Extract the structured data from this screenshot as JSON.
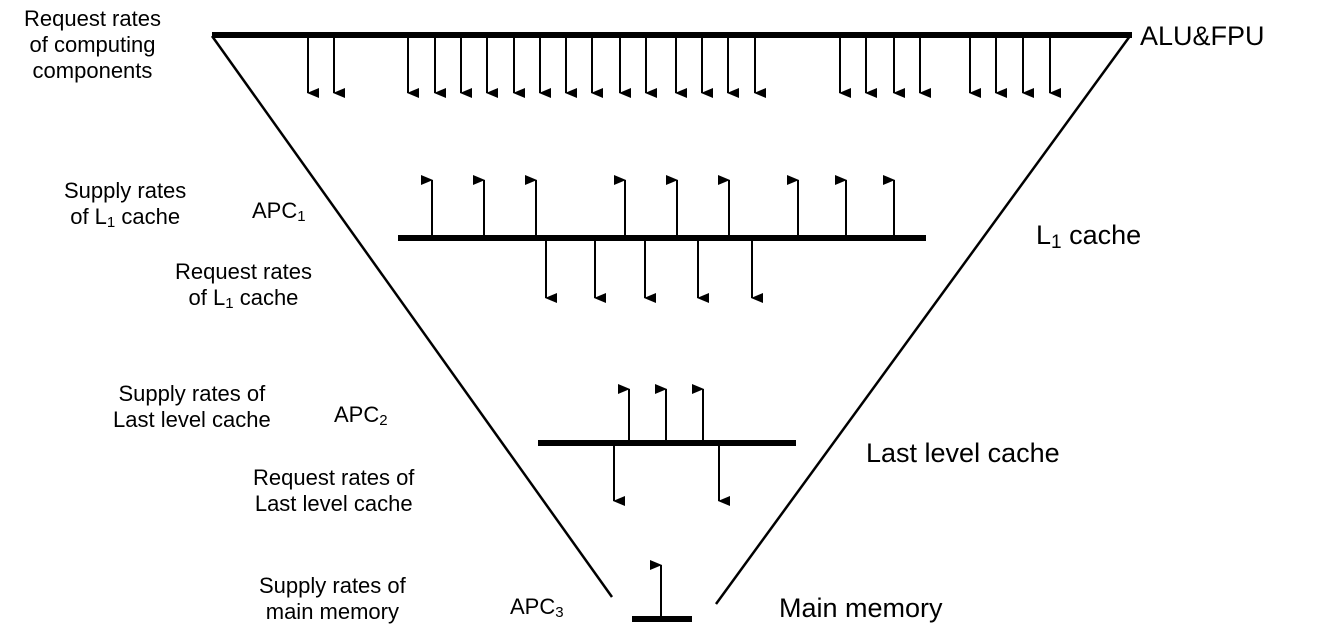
{
  "labels": {
    "request_computing": [
      "Request rates",
      "of computing",
      "components"
    ],
    "alu_fpu": "ALU&FPU",
    "supply_l1": [
      "Supply rates",
      "of L",
      "1",
      " cache"
    ],
    "apc1": [
      "APC",
      "1"
    ],
    "l1_cache": [
      "L",
      "1",
      " cache"
    ],
    "request_l1": [
      "Request rates",
      "of L",
      "1",
      " cache"
    ],
    "supply_llc": [
      "Supply rates of",
      "Last level cache"
    ],
    "apc2": [
      "APC",
      "2"
    ],
    "last_level_cache": "Last level cache",
    "request_llc": [
      "Request rates of",
      "Last level cache"
    ],
    "supply_main": [
      "Supply rates of",
      "main memory"
    ],
    "apc3": [
      "APC",
      "3"
    ],
    "main_memory": "Main memory"
  }
}
